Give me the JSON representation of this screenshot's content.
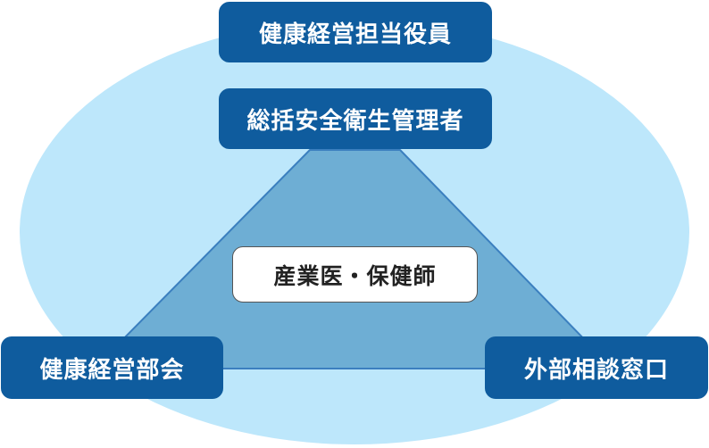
{
  "roles": {
    "top": "健康経営担当役員",
    "second": "総括安全衛生管理者",
    "center": "産業医・保健師",
    "bottom_left": "健康経営部会",
    "bottom_right": "外部相談窓口"
  },
  "colors": {
    "ellipse_fill": "#bde7fb",
    "triangle_fill": "#6eaed4",
    "triangle_stroke": "#3b7fbf",
    "box_fill": "#0f5c9e",
    "box_text": "#ffffff",
    "center_box_fill": "#ffffff"
  }
}
